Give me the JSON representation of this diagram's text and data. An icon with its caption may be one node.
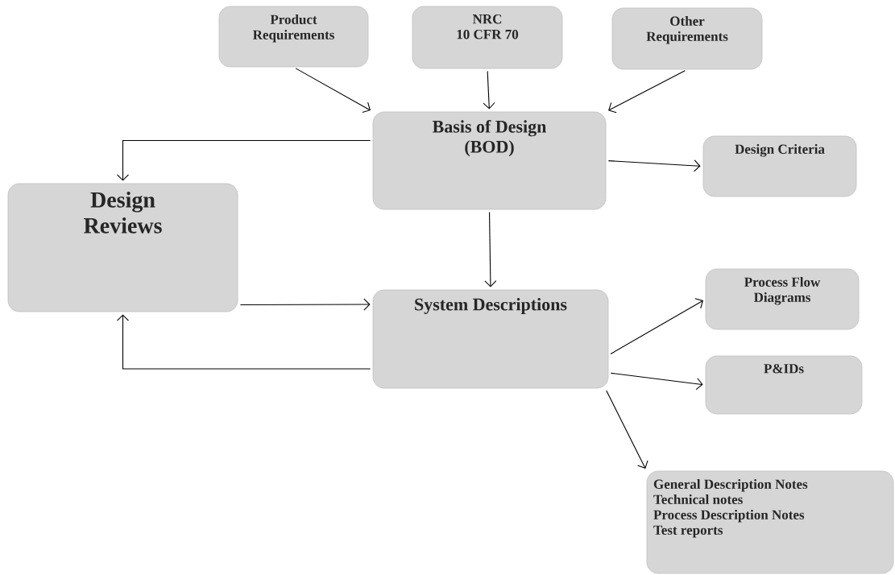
{
  "diagram": {
    "nodes": [
      {
        "text": [
          "Product Requirements"
        ]
      },
      {
        "text": [
          "NRC",
          "10 CFR 70"
        ]
      },
      {
        "text": [
          "Other Requirements"
        ]
      },
      {
        "text": [
          "Basis of Design (BOD)"
        ]
      },
      {
        "text": [
          "Design Criteria"
        ]
      },
      {
        "text": [
          "Design Reviews"
        ]
      },
      {
        "text": [
          "System Descriptions"
        ]
      },
      {
        "text": [
          "Process Flow Diagrams"
        ]
      },
      {
        "text": [
          "P&IDs"
        ]
      },
      {
        "text": [
          "General Description Notes",
          "Technical notes",
          "Process Description Notes",
          "Test reports"
        ]
      }
    ],
    "edges": [
      {
        "from": 0,
        "to": 3,
        "arrow": "to"
      },
      {
        "from": 1,
        "to": 3,
        "arrow": "to"
      },
      {
        "from": 2,
        "to": 3,
        "arrow": "to"
      },
      {
        "from": 3,
        "to": 5,
        "arrow": "to"
      },
      {
        "from": 3,
        "to": 4,
        "arrow": "to"
      },
      {
        "from": 3,
        "to": 6,
        "arrow": "to"
      },
      {
        "from": 5,
        "to": 6,
        "arrow": "to"
      },
      {
        "from": 6,
        "to": 5,
        "arrow": "to"
      },
      {
        "from": 6,
        "to": 7,
        "arrow": "to"
      },
      {
        "from": 6,
        "to": 8,
        "arrow": "to"
      },
      {
        "from": 6,
        "to": 9,
        "arrow": "to"
      }
    ]
  }
}
